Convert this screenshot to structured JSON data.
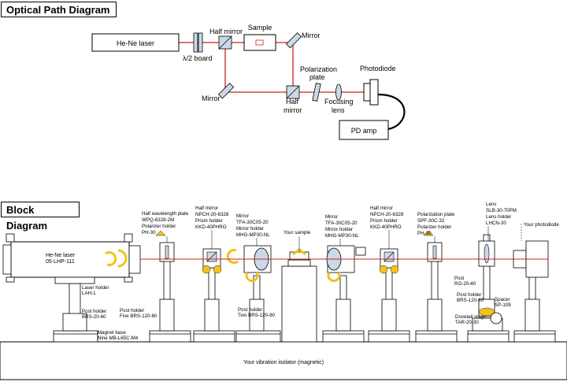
{
  "optical": {
    "title": "Optical Path Diagram",
    "laser": "He-Ne laser",
    "lambda_board": "λ/2 board",
    "half_mirror_top": "Half mirror",
    "sample": "Sample",
    "mirror_right": "Mirror",
    "mirror_left": "Mirror",
    "half_mirror_bottom": [
      "Half",
      "mirror"
    ],
    "polarization_plate": [
      "Polarization",
      "plate"
    ],
    "photodiode": "Photodiode",
    "focusing_lens": [
      "Focusing",
      "lens"
    ],
    "pd_amp": "PD amp"
  },
  "block": {
    "title": "Block Diagram",
    "laser": [
      "He-Ne laser",
      "05-LHP-111"
    ],
    "laser_holder": [
      "Laser holder",
      "LAH-1"
    ],
    "post_holder_laser": [
      "Post holder",
      "BRS-20-60"
    ],
    "magnet_base": [
      "Magnet base",
      "Nine MB-L65C-M4"
    ],
    "halfwave": [
      "Half wavelength plate",
      "WPQ-6328-2M",
      "Polarizer holder",
      "PH-30"
    ],
    "post_holder_five": [
      "Post holder",
      "Five BRS-120-60"
    ],
    "half_mirror_1": [
      "Half mirror",
      "NPCH-20-6328",
      "Prism holder",
      "KKD-40PHRO"
    ],
    "mirror_1": [
      "Mirror",
      "TFA-30C05-20",
      "Mirror holder",
      "MHG-MP30-NL"
    ],
    "post_holder_two": [
      "Post holder",
      "Two BRS-120-80"
    ],
    "your_sample": "Your sample",
    "mirror_2": [
      "Mirror",
      "TFA-30C05-20",
      "Mirror holder",
      "MHG-MP30-NL"
    ],
    "half_mirror_2": [
      "Half mirror",
      "NPCH-20-6328",
      "Prism holder",
      "KKD-40PHRO"
    ],
    "polarization_plate": [
      "Polarization plate",
      "SPF-30C-32",
      "Polarizer holder",
      "PH-30"
    ],
    "lens": [
      "Lens",
      "SLB-30-70PM",
      "Lens holder",
      "LHCN-30"
    ],
    "your_photodiode": "Your photodiode",
    "post": [
      "Post",
      "RO-20-40"
    ],
    "post_holder_right": [
      "Post holder",
      "BRS-120-80"
    ],
    "spacer": [
      "Spacer",
      "SP-109"
    ],
    "dovetail": [
      "Dovetail stage",
      "TAR-20-30"
    ],
    "isolator": "Your vibration isolator (magnetic)"
  },
  "colors": {
    "beam": "#cc2222",
    "optic_fill": "#c9d9e8",
    "knob": "#f2c21b",
    "line": "#000000"
  }
}
